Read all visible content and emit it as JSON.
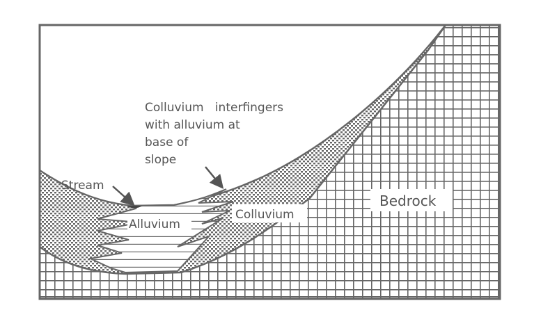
{
  "title_note": {
    "lines": [
      "Colluvium   interfingers",
      "with alluvium at",
      "base of",
      "slope"
    ]
  },
  "labels": {
    "stream": "Stream",
    "alluvium": "Alluvium",
    "colluvium": "Colluvium",
    "bedrock": "Bedrock"
  },
  "colors": {
    "ink": "#666666",
    "background": "#ffffff"
  }
}
